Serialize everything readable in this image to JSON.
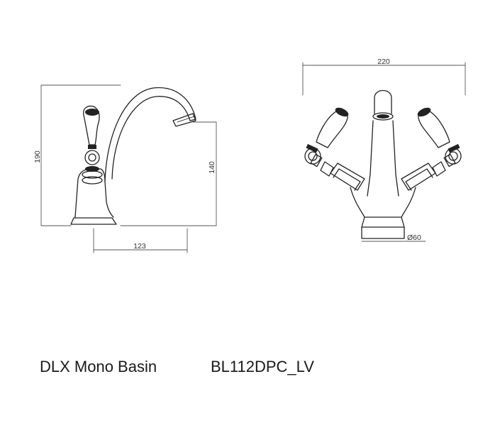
{
  "dimensions": {
    "side_height": "190",
    "spout_height": "140",
    "projection": "123",
    "overall_width": "220",
    "base_diameter": "Ø60"
  },
  "product": {
    "name": "DLX Mono Basin",
    "code": "BL112DPC_LV"
  },
  "colors": {
    "line": "#222222",
    "dim_line": "#555555"
  }
}
